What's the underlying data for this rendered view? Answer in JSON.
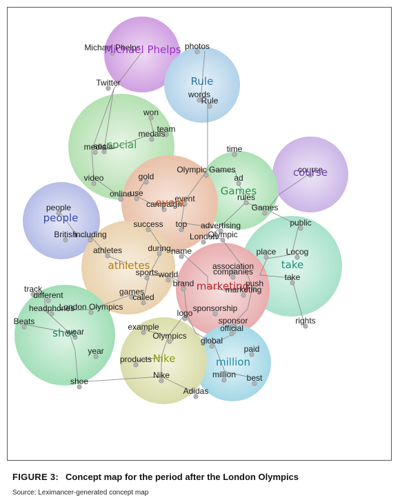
{
  "figure": {
    "number": "FIGURE 3:",
    "title": "Concept map for the period after the London Olympics",
    "source": "Source: Leximancer-generated concept map"
  },
  "themes": [
    {
      "id": "michael-phelps",
      "label": "Michael Phelps",
      "color": "#9a2fc4"
    },
    {
      "id": "rule",
      "label": "Rule",
      "color": "#2b73a8"
    },
    {
      "id": "social",
      "label": "social",
      "color": "#2e9e3f"
    },
    {
      "id": "event",
      "label": "event",
      "color": "#c8521a"
    },
    {
      "id": "games",
      "label": "Games",
      "color": "#1f9a3e"
    },
    {
      "id": "course",
      "label": "course",
      "color": "#6a3fb0"
    },
    {
      "id": "people",
      "label": "people",
      "color": "#3346a8"
    },
    {
      "id": "athletes",
      "label": "athletes",
      "color": "#b37a0c"
    },
    {
      "id": "take",
      "label": "take",
      "color": "#17907a"
    },
    {
      "id": "marketing",
      "label": "marketing",
      "color": "#b8242a"
    },
    {
      "id": "shoe",
      "label": "shoe",
      "color": "#1a8a4f"
    },
    {
      "id": "nike",
      "label": "Nike",
      "color": "#8a9a12"
    },
    {
      "id": "million",
      "label": "million",
      "color": "#1c86a6"
    }
  ],
  "concepts": [
    "Michael Phelps",
    "photos",
    "Twitter",
    "words",
    "Rule",
    "won",
    "team",
    "medals",
    "media",
    "social",
    "time",
    "video",
    "gold",
    "Olympic Games",
    "ad",
    "course",
    "online",
    "use",
    "event",
    "rules",
    "campaign",
    "Games",
    "people",
    "success",
    "top",
    "advertising",
    "public",
    "British",
    "including",
    "London",
    "Olympic",
    "athletes",
    "during",
    "name",
    "place",
    "Locog",
    "association",
    "sports",
    "world",
    "companies",
    "brand",
    "push",
    "take",
    "marketing",
    "track",
    "different",
    "games",
    "called",
    "headphones",
    "London Olympics",
    "logo",
    "sponsorship",
    "sponsor",
    "Beats",
    "rights",
    "wear",
    "example",
    "official",
    "Olympics",
    "global",
    "paid",
    "year",
    "products",
    "million",
    "shoe",
    "best",
    "Nike",
    "Adidas"
  ]
}
